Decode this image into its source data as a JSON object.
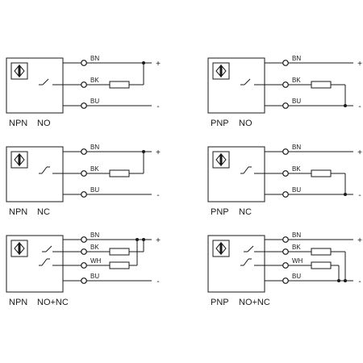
{
  "diagrams": [
    {
      "id": "npn-no",
      "caption": [
        "NPN",
        "NO"
      ],
      "wires": [
        "BN",
        "BK",
        "BU"
      ],
      "terminals": [
        "+",
        "-"
      ],
      "variant": "npn-no"
    },
    {
      "id": "pnp-no",
      "caption": [
        "PNP",
        "NO"
      ],
      "wires": [
        "BN",
        "BK",
        "BU"
      ],
      "terminals": [
        "+",
        "-"
      ],
      "variant": "pnp-no"
    },
    {
      "id": "npn-nc",
      "caption": [
        "NPN",
        "NC"
      ],
      "wires": [
        "BN",
        "BK",
        "BU"
      ],
      "terminals": [
        "+",
        "-"
      ],
      "variant": "npn-nc"
    },
    {
      "id": "pnp-nc",
      "caption": [
        "PNP",
        "NC"
      ],
      "wires": [
        "BN",
        "BK",
        "BU"
      ],
      "terminals": [
        "+",
        "-"
      ],
      "variant": "pnp-nc"
    },
    {
      "id": "npn-nonc",
      "caption": [
        "NPN",
        "NO+NC"
      ],
      "wires": [
        "BN",
        "BK",
        "WH",
        "BU"
      ],
      "terminals": [
        "+",
        "-"
      ],
      "variant": "npn-nonc"
    },
    {
      "id": "pnp-nonc",
      "caption": [
        "PNP",
        "NO+NC"
      ],
      "wires": [
        "BN",
        "BK",
        "WH",
        "BU"
      ],
      "terminals": [
        "+",
        "-"
      ],
      "variant": "pnp-nonc"
    }
  ],
  "icons": {
    "sensor": "proximity-sensor-icon",
    "switch": "switch-contact-icon",
    "resistor": "load-resistor-icon"
  },
  "colors": {
    "line": "#1a1a1a",
    "background": "#ffffff"
  }
}
